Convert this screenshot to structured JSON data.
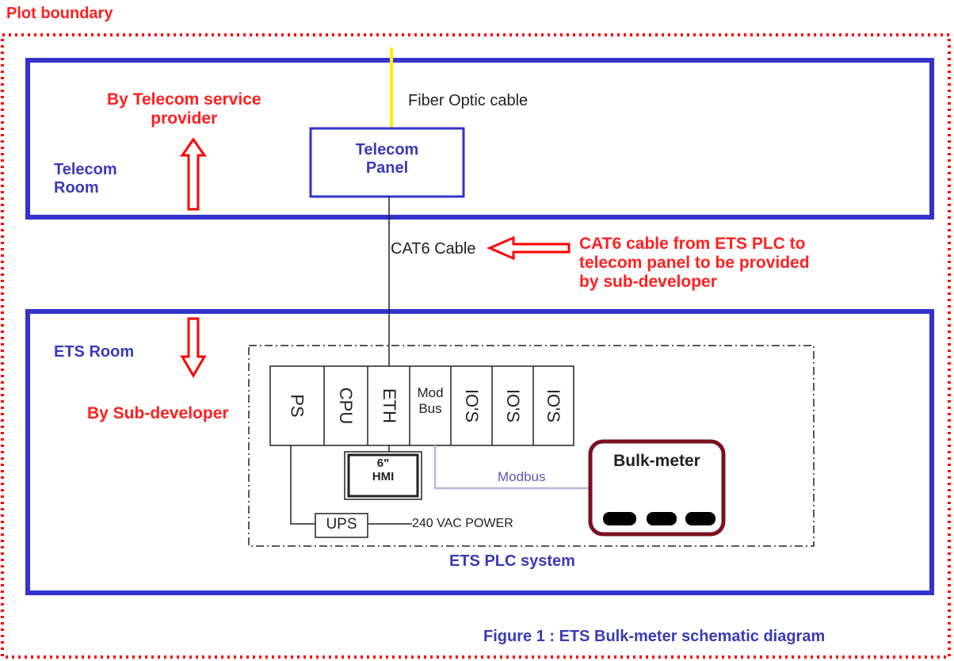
{
  "plot_boundary_label": "Plot boundary",
  "telecom_room": {
    "label_line1": "Telecom",
    "label_line2": "Room",
    "provider_line1": "By Telecom service",
    "provider_line2": "provider",
    "panel_line1": "Telecom",
    "panel_line2": "Panel",
    "fiber_label": "Fiber Optic cable"
  },
  "cat6": {
    "cable_label": "CAT6 Cable",
    "note_line1": "CAT6 cable from ETS PLC to",
    "note_line2": "telecom panel to be provided",
    "note_line3": "by sub-developer"
  },
  "ets_room": {
    "label": "ETS Room",
    "by_label": "By Sub-developer",
    "plc_system_label": "ETS PLC system",
    "modules": {
      "ps": "PS",
      "cpu": "CPU",
      "eth": "ETH",
      "modbus_line1": "Mod",
      "modbus_line2": "Bus",
      "io1": "IO'S",
      "io2": "IO'S",
      "io3": "IO'S"
    },
    "hmi_line1": "6\"",
    "hmi_line2": "HMI",
    "modbus_link_label": "Modbus",
    "bulk_meter_label": "Bulk-meter",
    "ups_label": "UPS",
    "power_label": "240 VAC POWER"
  },
  "figure_caption": "Figure 1 : ETS Bulk-meter schematic diagram",
  "colors": {
    "boundary": "#ff0000",
    "room_border": "#3333cc",
    "fiber": "#ffee00",
    "bulk_meter_border": "#7a1020",
    "modbus_line": "#b8b8e0",
    "arrow": "#ff0000"
  }
}
